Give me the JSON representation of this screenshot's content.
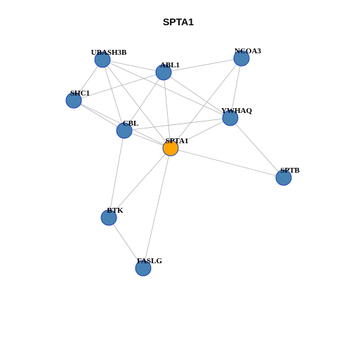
{
  "title": "SPTA1",
  "colors": {
    "background": "#ffffff",
    "node_default": "#4682b4",
    "node_focus": "#ffa500",
    "node_border": "#1f3fbf",
    "edge": "#b3b3b3"
  },
  "focus_node": "SPTA1",
  "nodes": [
    {
      "id": "UBASH3B",
      "label": "UBASH3B"
    },
    {
      "id": "NCOA3",
      "label": "NCOA3"
    },
    {
      "id": "ABL1",
      "label": "ABL1"
    },
    {
      "id": "SHC1",
      "label": "SHC1"
    },
    {
      "id": "YWHAQ",
      "label": "YWHAQ"
    },
    {
      "id": "CBL",
      "label": "CBL"
    },
    {
      "id": "SPTA1",
      "label": "SPTA1"
    },
    {
      "id": "SPTB",
      "label": "SPTB"
    },
    {
      "id": "BTK",
      "label": "BTK"
    },
    {
      "id": "FASLG",
      "label": "FASLG"
    }
  ],
  "edges": [
    [
      "UBASH3B",
      "ABL1"
    ],
    [
      "UBASH3B",
      "SHC1"
    ],
    [
      "UBASH3B",
      "CBL"
    ],
    [
      "UBASH3B",
      "SPTA1"
    ],
    [
      "UBASH3B",
      "YWHAQ"
    ],
    [
      "NCOA3",
      "ABL1"
    ],
    [
      "NCOA3",
      "YWHAQ"
    ],
    [
      "NCOA3",
      "SPTA1"
    ],
    [
      "ABL1",
      "SHC1"
    ],
    [
      "ABL1",
      "CBL"
    ],
    [
      "ABL1",
      "SPTA1"
    ],
    [
      "ABL1",
      "YWHAQ"
    ],
    [
      "SHC1",
      "CBL"
    ],
    [
      "SHC1",
      "SPTA1"
    ],
    [
      "CBL",
      "YWHAQ"
    ],
    [
      "CBL",
      "SPTA1"
    ],
    [
      "CBL",
      "BTK"
    ],
    [
      "YWHAQ",
      "SPTA1"
    ],
    [
      "YWHAQ",
      "SPTB"
    ],
    [
      "SPTA1",
      "SPTB"
    ],
    [
      "SPTA1",
      "BTK"
    ],
    [
      "SPTA1",
      "FASLG"
    ],
    [
      "BTK",
      "FASLG"
    ]
  ]
}
